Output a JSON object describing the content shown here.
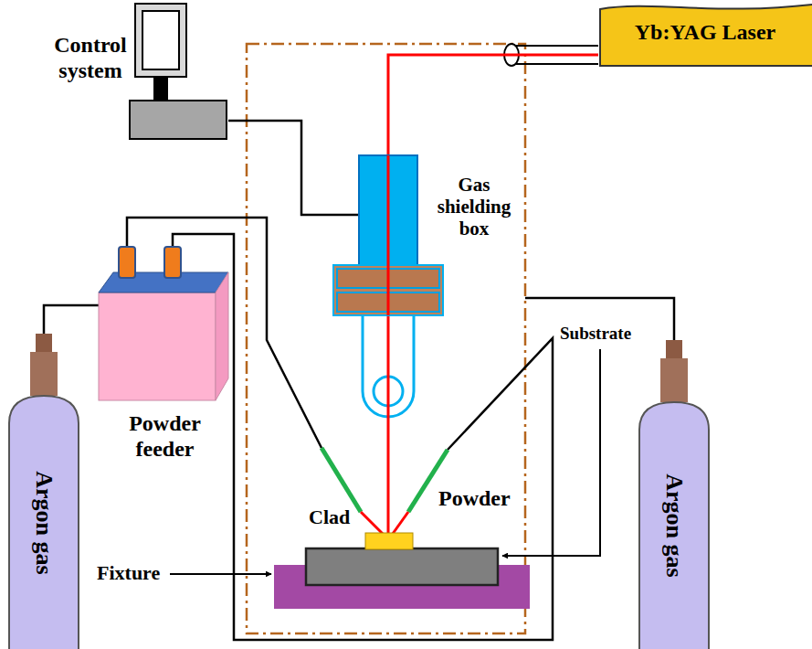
{
  "diagram": {
    "nodes": [
      {
        "text": [
          "Control system"
        ]
      },
      {
        "text": [
          "Yb:YAG Laser"
        ]
      },
      {
        "text": [
          "Gas shielding box"
        ]
      },
      {
        "text": [
          "Powder feeder"
        ]
      },
      {
        "text": [
          "Argon gas"
        ]
      },
      {
        "text": [
          "Argon gas"
        ]
      }
    ],
    "edges": [
      {
        "from": 0,
        "to": 2,
        "arrow": "none"
      },
      {
        "from": 1,
        "to": 2,
        "arrow": "none"
      },
      {
        "from": 4,
        "to": 3,
        "arrow": "none"
      }
    ],
    "labels": [
      "Substrate",
      "Powder",
      "Clad",
      "Fixture"
    ]
  }
}
